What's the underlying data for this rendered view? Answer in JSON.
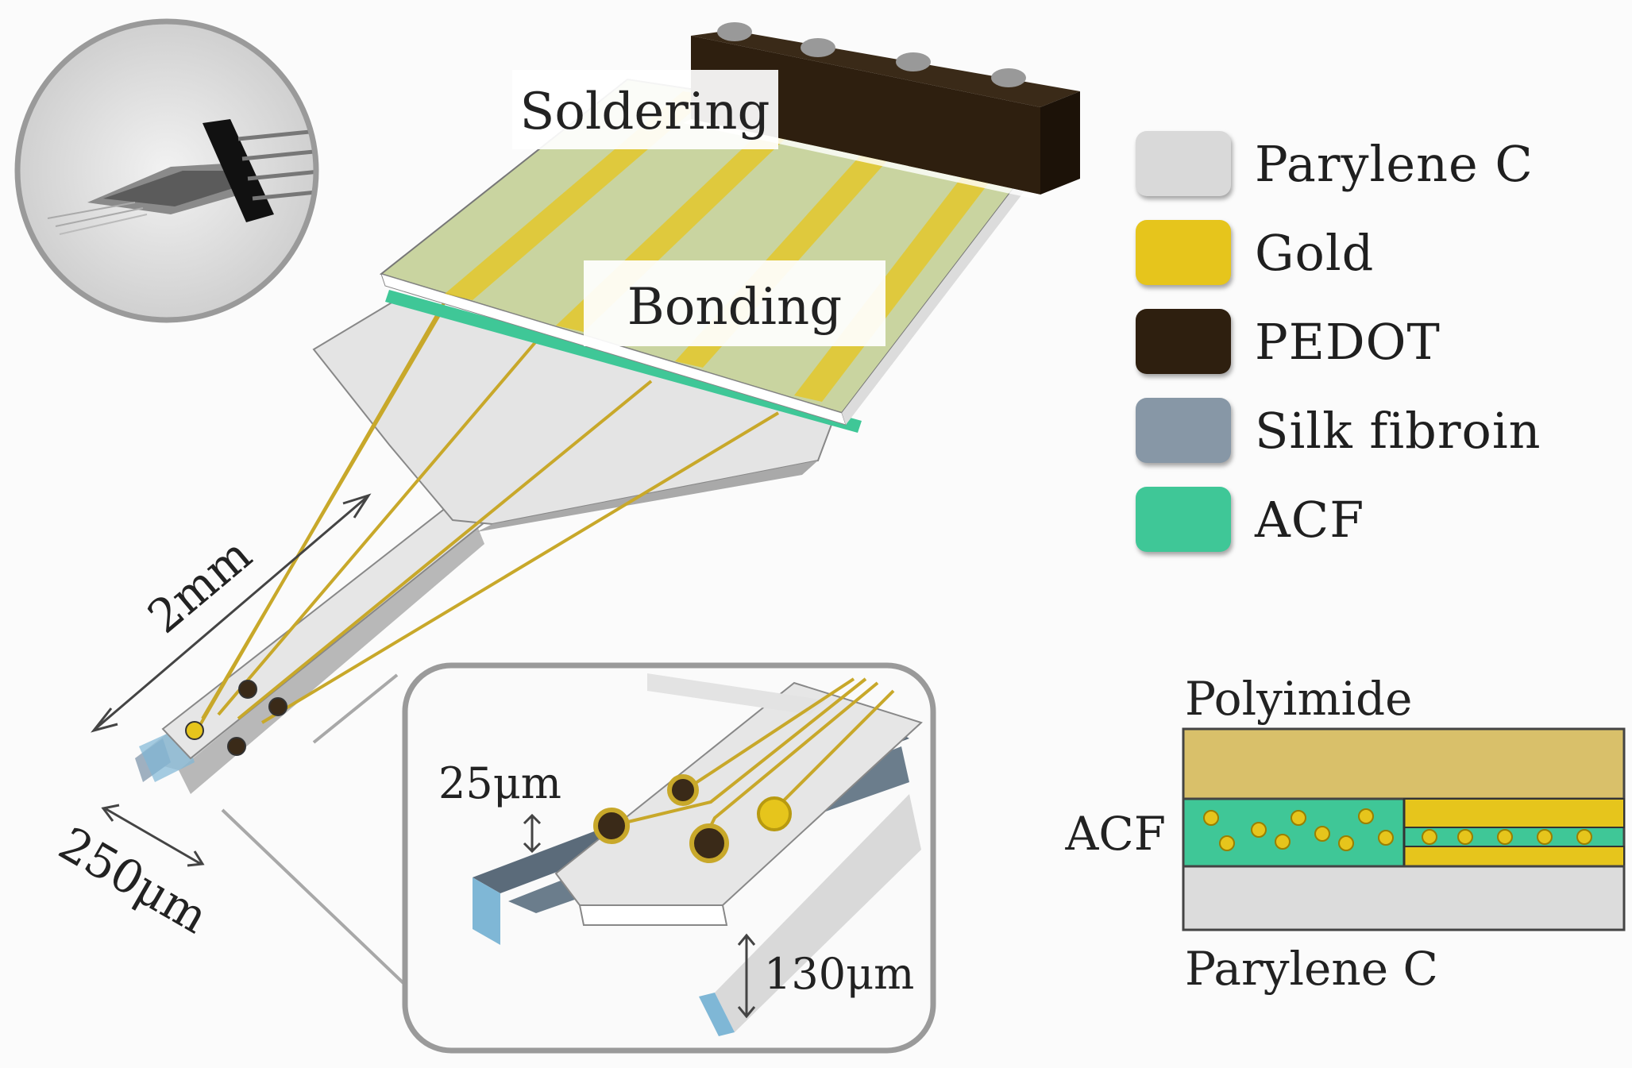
{
  "labels": {
    "soldering": "Soldering",
    "bonding": "Bonding",
    "length": "2mm",
    "width": "250μm",
    "thickness_top": "25μm",
    "thickness_channel": "130μm"
  },
  "legend": [
    {
      "label": "Parylene C",
      "color": "#d9d9d9"
    },
    {
      "label": "Gold",
      "color": "#e6c51c"
    },
    {
      "label": "PEDOT",
      "color": "#2e1f0f"
    },
    {
      "label": "Silk fibroin",
      "color": "#8797a6"
    },
    {
      "label": "ACF",
      "color": "#3fc797"
    }
  ],
  "cross_section": {
    "top": "Polyimide",
    "middle": "ACF",
    "bottom": "Parylene C"
  },
  "colors": {
    "parylene": "#dcdcdc",
    "gold": "#e6c51c",
    "pedot": "#2e1f0f",
    "silk": "#7fb7d6",
    "acf": "#3fc797",
    "polyimide": "#d9c06a"
  }
}
